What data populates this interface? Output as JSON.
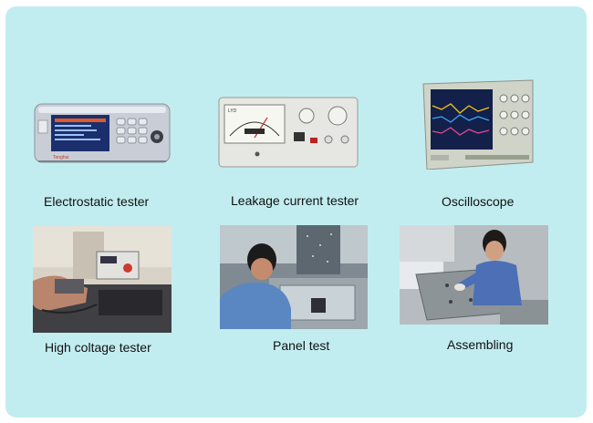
{
  "items": [
    {
      "caption": "Electrostatic tester"
    },
    {
      "caption": "Leakage current tester"
    },
    {
      "caption": "Oscilloscope"
    },
    {
      "caption": "High coltage tester"
    },
    {
      "caption": "Panel test"
    },
    {
      "caption": "Assembling"
    }
  ],
  "device_labels": {
    "electrostatic_brand": "Tonghui",
    "leakage_brand": "LYD"
  },
  "colors": {
    "background": "#c2edf0",
    "caption_text": "#111111"
  }
}
